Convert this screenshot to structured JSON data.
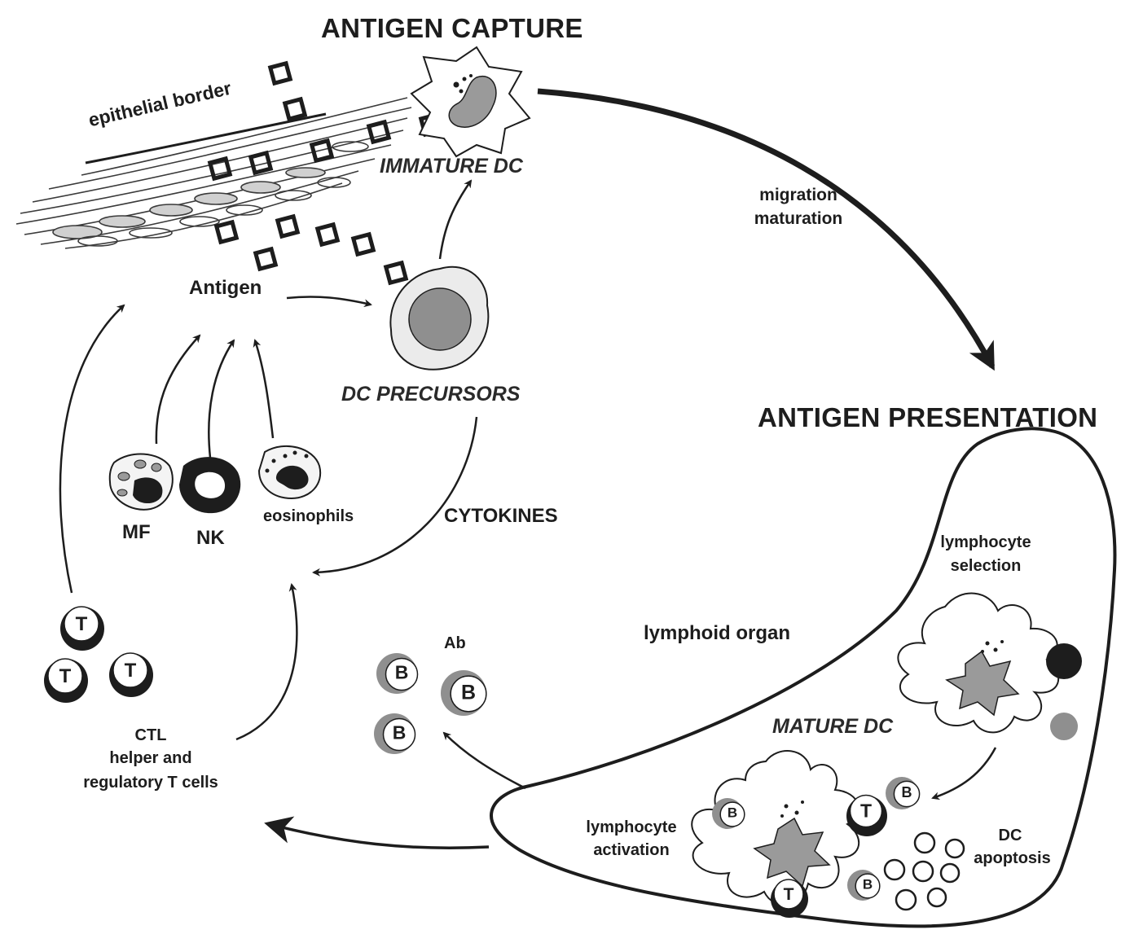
{
  "titles": {
    "antigen_capture": "ANTIGEN CAPTURE",
    "antigen_presentation": "ANTIGEN PRESENTATION"
  },
  "labels": {
    "epithelial_border": "epithelial border",
    "immature_dc": "IMMATURE DC",
    "migration": "migration",
    "maturation": "maturation",
    "antigen": "Antigen",
    "dc_precursors": "DC PRECURSORS",
    "cytokines": "CYTOKINES",
    "mf": "MF",
    "nk": "NK",
    "eosinophils": "eosinophils",
    "lymphocyte_selection_1": "lymphocyte",
    "lymphocyte_selection_2": "selection",
    "lymphoid_organ": "lymphoid organ",
    "ab": "Ab",
    "mature_dc": "MATURE DC",
    "ctl": "CTL",
    "helper_and": "helper and",
    "regulatory_t_cells": "regulatory T cells",
    "lymphocyte_activation_1": "lymphocyte",
    "lymphocyte_activation_2": "activation",
    "dc": "DC",
    "apoptosis": "apoptosis"
  },
  "cell_letters": {
    "t": "T",
    "b": "B"
  },
  "colors": {
    "ink": "#1d1d1d",
    "gray_fill": "#9a9a9a",
    "light_fill": "#e6e6e6"
  }
}
